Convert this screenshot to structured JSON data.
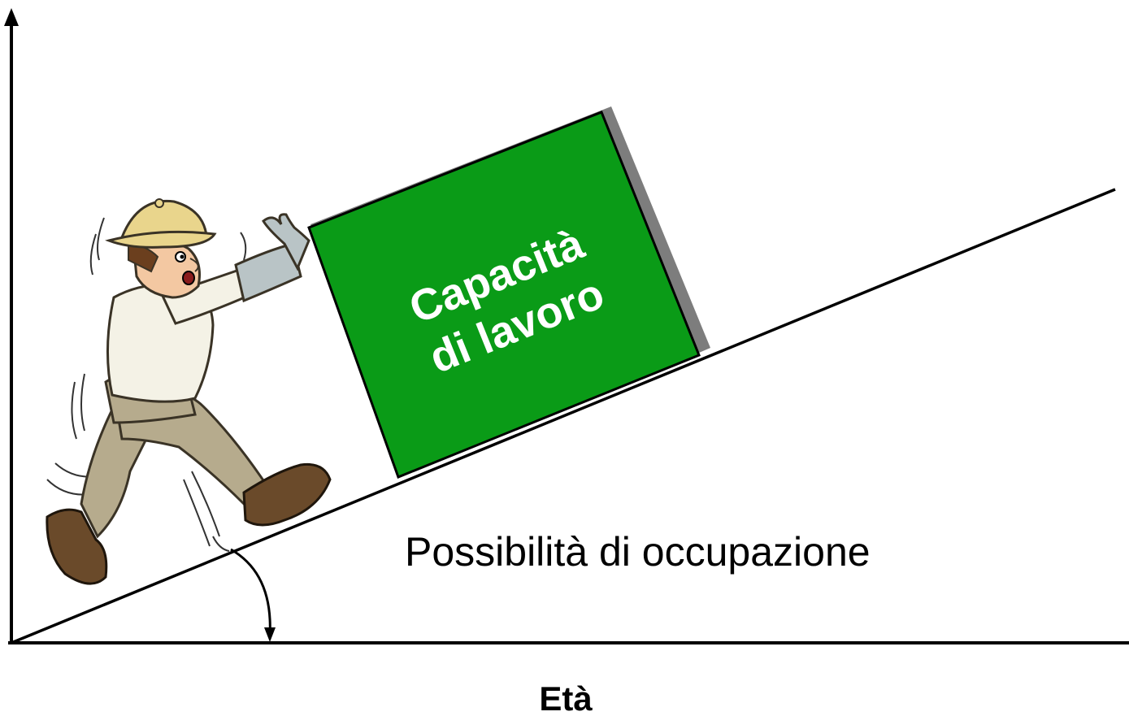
{
  "box": {
    "line1": "Capacità",
    "line2": "di lavoro",
    "fill_color": "#0a9b17",
    "shadow_color": "#7d7d7d"
  },
  "slope": {
    "label": "Possibilità di occupazione"
  },
  "axes": {
    "x_label": "Età",
    "color": "#000000"
  },
  "figure": {
    "description_icon": "man-pushing-box-icon",
    "helmet_color": "#e9d58c",
    "shirt_color": "#f4f2e6",
    "trousers_color": "#b6ab8d",
    "boots_color": "#6a4a2a",
    "gloves_color": "#b9c4c6"
  }
}
